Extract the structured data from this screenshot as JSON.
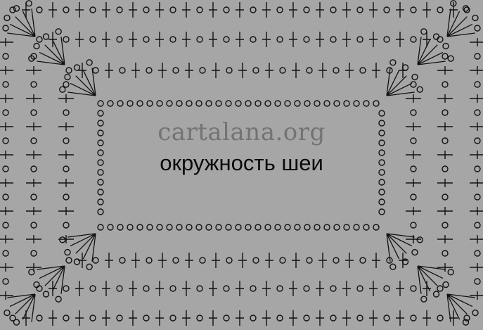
{
  "diagram": {
    "watermark_text": "cartalana.org",
    "caption_text": "окружность шеи",
    "colors": {
      "background": "#a6a6a6",
      "symbol_stroke": "#111111",
      "watermark": "#737373",
      "caption": "#0a0a0a"
    },
    "symbols": [
      "chain-stitch",
      "double-crochet",
      "corner-fan"
    ]
  }
}
